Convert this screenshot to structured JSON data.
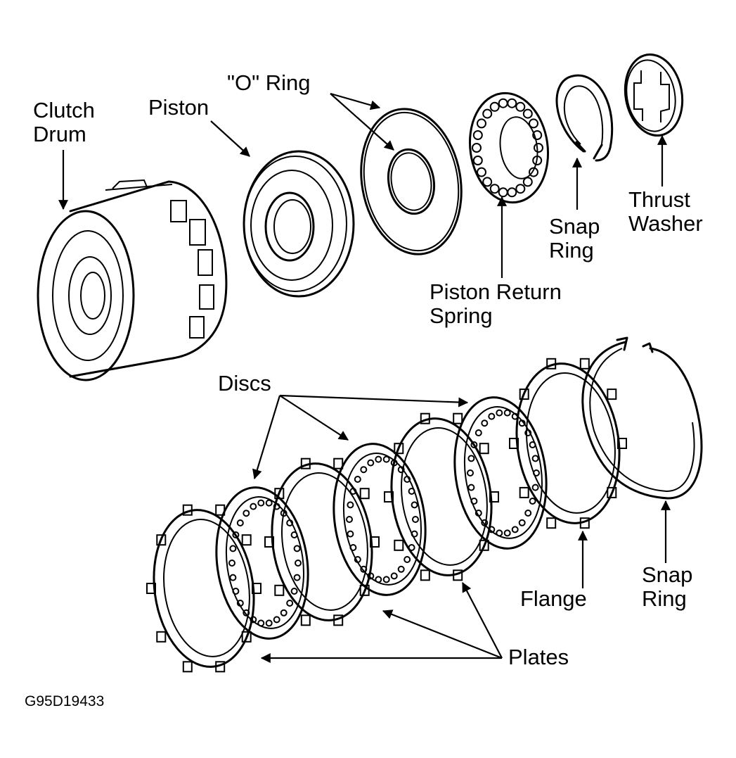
{
  "diagram": {
    "figure_code": "G95D19433",
    "colors": {
      "ink": "#000000",
      "paper": "#ffffff"
    },
    "labels": {
      "clutch_drum": [
        "Clutch",
        "Drum"
      ],
      "piston": "Piston",
      "o_ring": "\"O\" Ring",
      "piston_return_spring": [
        "Piston Return",
        "Spring"
      ],
      "snap_ring_top": [
        "Snap",
        "Ring"
      ],
      "thrust_washer": [
        "Thrust",
        "Washer"
      ],
      "discs": "Discs",
      "plates": "Plates",
      "flange": "Flange",
      "snap_ring_bottom": [
        "Snap",
        "Ring"
      ]
    }
  }
}
